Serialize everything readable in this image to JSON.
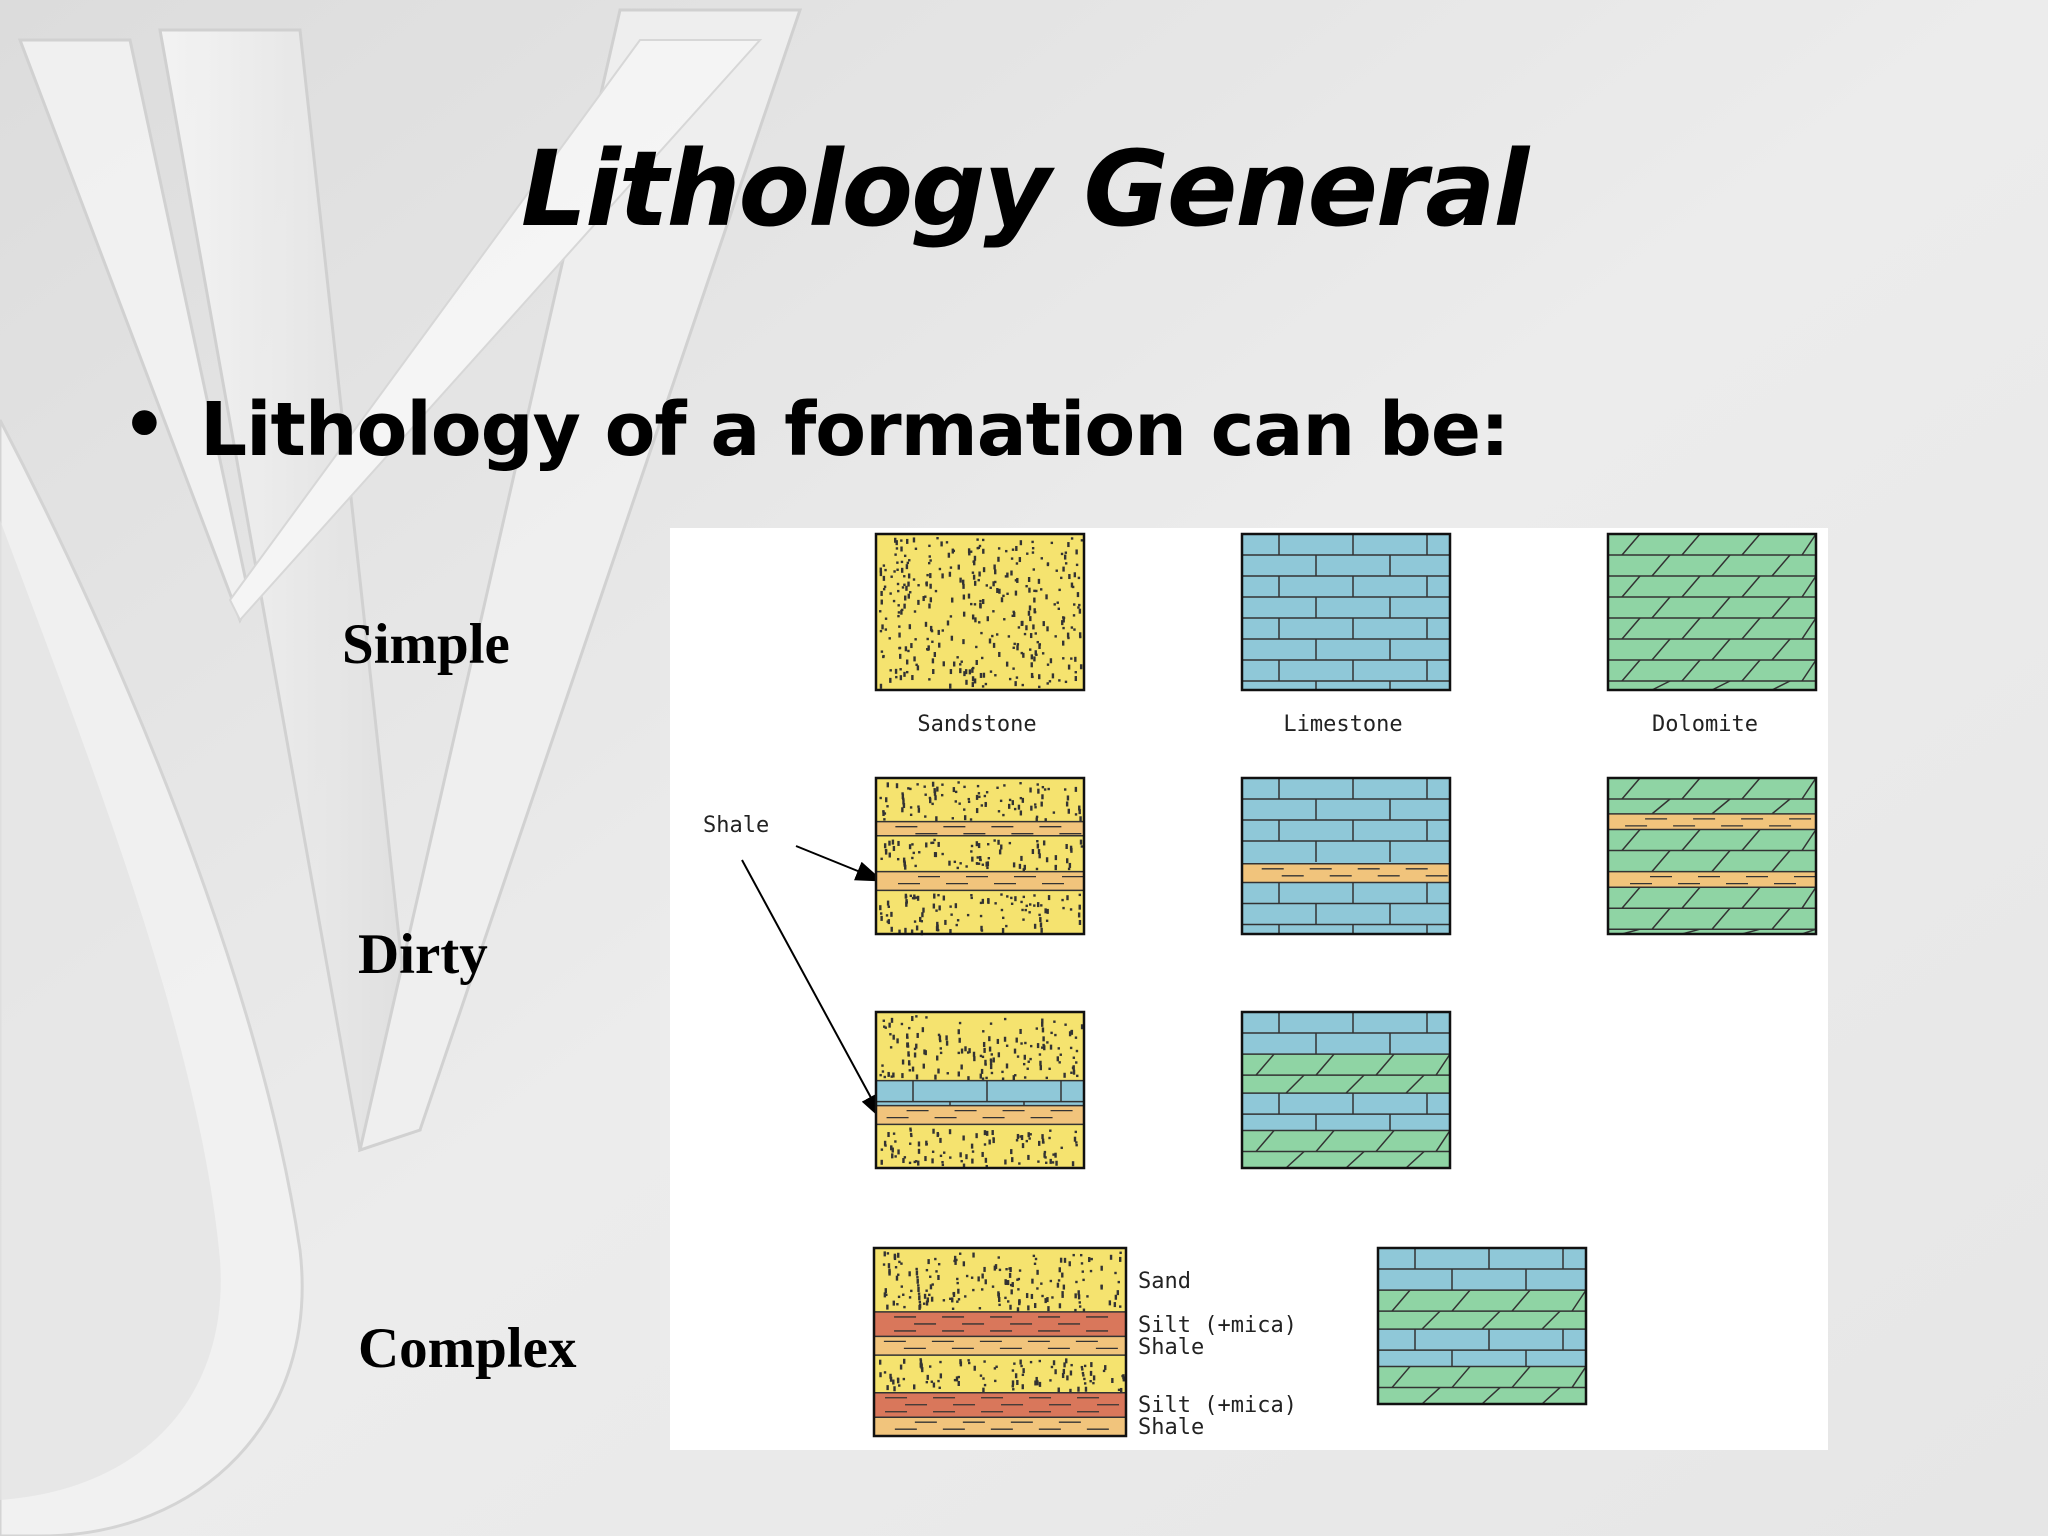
{
  "slide": {
    "title": "Lithology General",
    "bullet": "Lithology of a formation can be:"
  },
  "categories": {
    "simple": "Simple",
    "dirty": "Dirty",
    "complex": "Complex"
  },
  "diagram": {
    "labels": {
      "sandstone": "Sandstone",
      "limestone": "Limestone",
      "dolomite": "Dolomite",
      "shale_pointer": "Shale",
      "sand": "Sand",
      "silt_mica_1": "Silt (+mica)",
      "shale_1": "Shale",
      "silt_mica_2": "Silt (+mica)",
      "shale_2": "Shale"
    },
    "colors": {
      "sandstone": "#f5e36f",
      "limestone": "#8fc8d8",
      "dolomite": "#8fd4a4",
      "shale": "#f1c47c",
      "silt": "#d9775b"
    }
  }
}
